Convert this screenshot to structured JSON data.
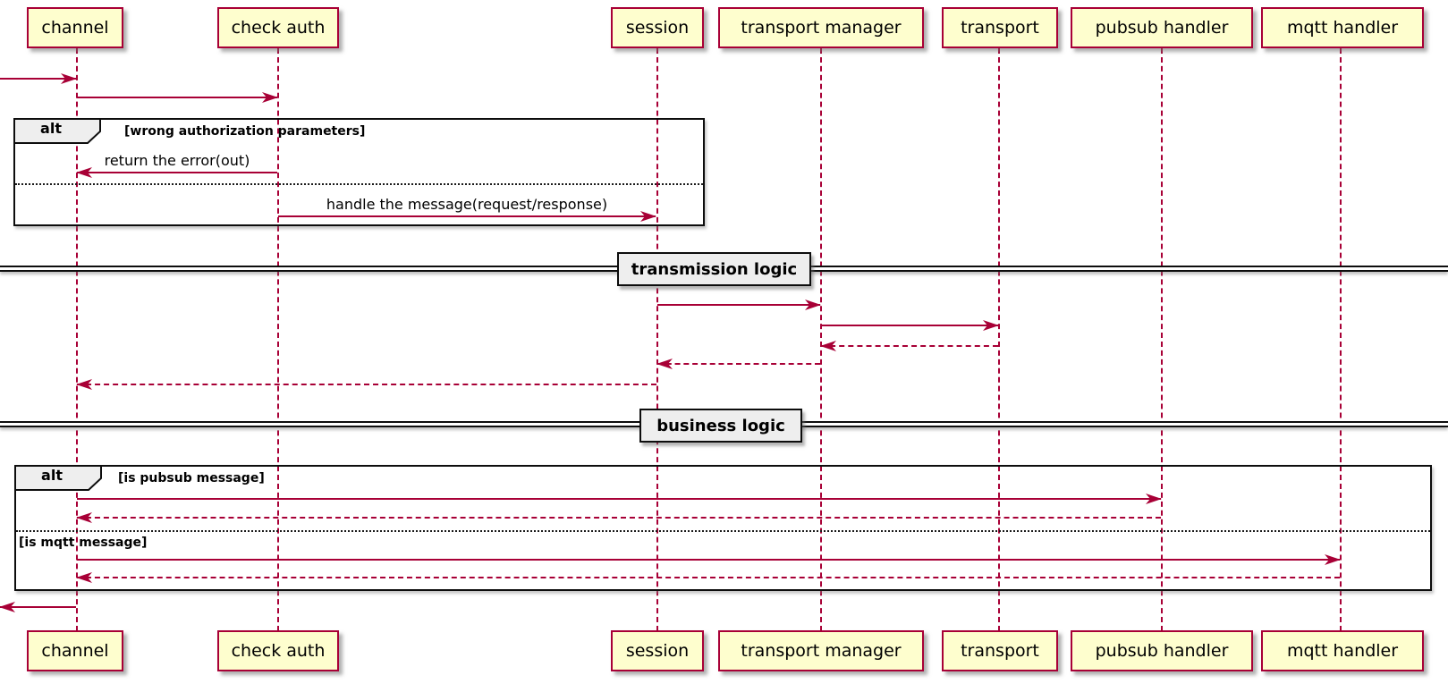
{
  "participants": [
    {
      "label": "channel"
    },
    {
      "label": "check auth"
    },
    {
      "label": "session"
    },
    {
      "label": "transport manager"
    },
    {
      "label": "transport"
    },
    {
      "label": "pubsub handler"
    },
    {
      "label": "mqtt handler"
    }
  ],
  "messages": [
    {
      "from": "external",
      "to": "channel",
      "type": "solid",
      "label": ""
    },
    {
      "from": "channel",
      "to": "check auth",
      "type": "solid",
      "label": ""
    },
    {
      "from": "check auth",
      "to": "channel",
      "type": "solid",
      "label": "return the error(out)"
    },
    {
      "from": "check auth",
      "to": "session",
      "type": "solid",
      "label": "handle the message(request/response)"
    },
    {
      "from": "session",
      "to": "transport manager",
      "type": "solid",
      "label": ""
    },
    {
      "from": "transport manager",
      "to": "transport",
      "type": "solid",
      "label": ""
    },
    {
      "from": "transport",
      "to": "transport manager",
      "type": "dotted",
      "label": ""
    },
    {
      "from": "transport manager",
      "to": "session",
      "type": "dotted",
      "label": ""
    },
    {
      "from": "session",
      "to": "channel",
      "type": "dotted",
      "label": ""
    },
    {
      "from": "channel",
      "to": "pubsub handler",
      "type": "solid",
      "label": ""
    },
    {
      "from": "pubsub handler",
      "to": "channel",
      "type": "dotted",
      "label": ""
    },
    {
      "from": "channel",
      "to": "mqtt handler",
      "type": "solid",
      "label": ""
    },
    {
      "from": "mqtt handler",
      "to": "channel",
      "type": "dotted",
      "label": ""
    },
    {
      "from": "channel",
      "to": "external",
      "type": "solid",
      "label": ""
    }
  ],
  "frames": [
    {
      "label": "alt",
      "conditions": [
        "[wrong authorization parameters]"
      ]
    },
    {
      "label": "alt",
      "conditions": [
        "[is pubsub message]",
        "[is mqtt message]"
      ]
    }
  ],
  "dividers": [
    {
      "label": "transmission logic"
    },
    {
      "label": "business logic"
    }
  ],
  "colors": {
    "participant_fill": "#FEFECE",
    "accent": "#A80036",
    "frame_label_fill": "#EEEEEE"
  }
}
